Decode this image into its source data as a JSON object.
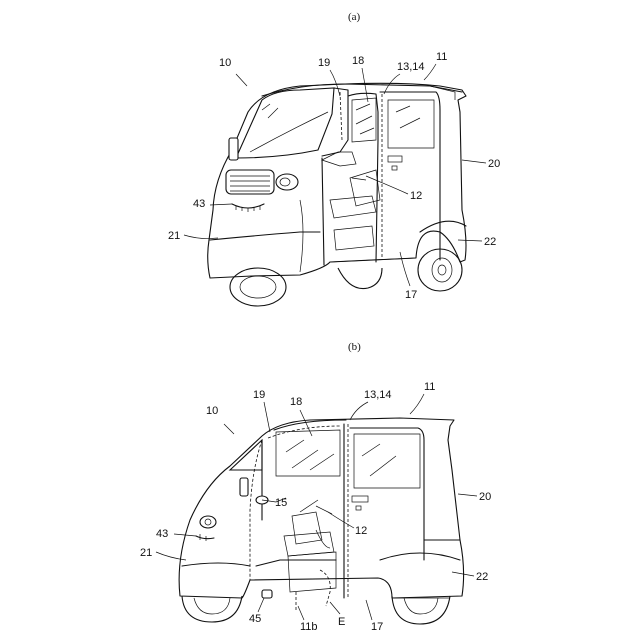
{
  "figure_a": {
    "caption": "(a)",
    "labels": {
      "vehicle": "10",
      "body": "11",
      "pillar_a": "19",
      "door_glass": "18",
      "slide_parts": "13,14",
      "rear_body": "20",
      "lamp": "43",
      "front_cowl": "21",
      "seat": "12",
      "rear_fender": "22",
      "door": "17"
    }
  },
  "figure_b": {
    "caption": "(b)",
    "labels": {
      "vehicle": "10",
      "body": "11",
      "pillar_a": "19",
      "door_glass": "18",
      "slide_parts": "13,14",
      "rear_body": "20",
      "steering": "15",
      "lamp": "43",
      "seat": "12",
      "front_cowl": "21",
      "rear_fender": "22",
      "pedal": "45",
      "floor": "11b",
      "region": "E",
      "door": "17"
    }
  }
}
